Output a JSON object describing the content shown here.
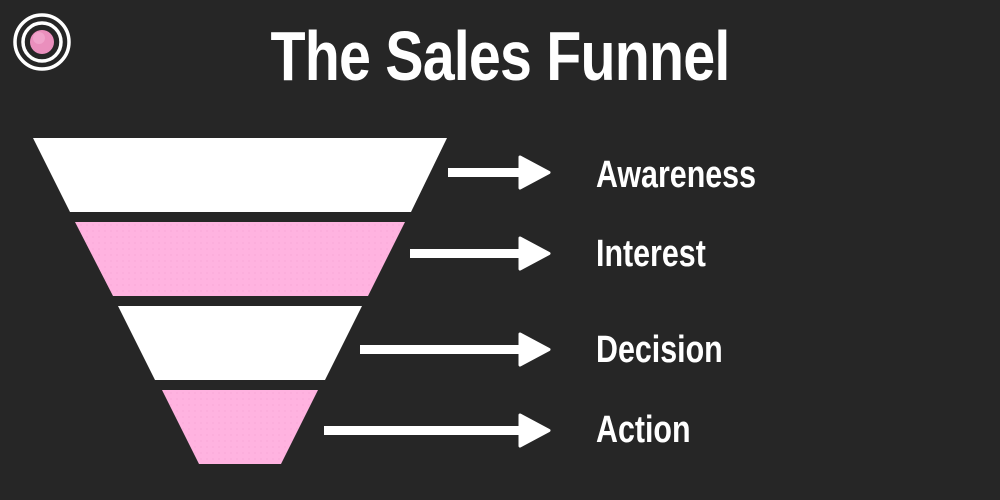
{
  "title": "The Sales Funnel",
  "logo": {
    "icon": "target-circle-icon",
    "ring_color": "#ffffff",
    "center_color": "#ea8fbd"
  },
  "colors": {
    "background": "#262626",
    "white_layer": "#ffffff",
    "pink_layer": "#ffb3e0",
    "text": "#ffffff",
    "arrow": "#ffffff"
  },
  "funnel": {
    "stages": [
      {
        "label": "Awareness",
        "fill": "#ffffff"
      },
      {
        "label": "Interest",
        "fill": "#ffb3e0"
      },
      {
        "label": "Decision",
        "fill": "#ffffff"
      },
      {
        "label": "Action",
        "fill": "#ffb3e0"
      }
    ]
  }
}
